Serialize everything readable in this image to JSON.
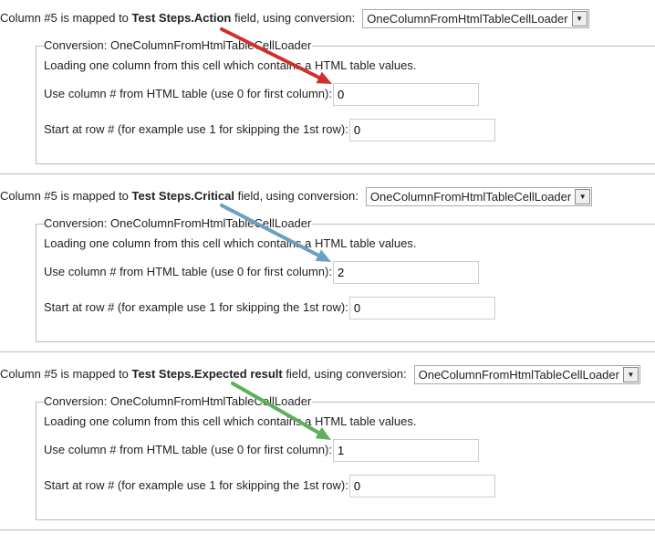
{
  "sections": [
    {
      "prefix": "Column #5 is mapped to ",
      "field": "Test Steps.Action",
      "suffix": " field, using conversion:",
      "conversion": "OneColumnFromHtmlTableCellLoader",
      "legend": "Conversion: OneColumnFromHtmlTableCellLoader",
      "description": "Loading one column from this cell which contains a HTML table values.",
      "column_label": "Use column # from HTML table (use 0 for first column):",
      "column_value": "0",
      "row_label": "Start at row # (for example use 1 for skipping the 1st row):",
      "row_value": "0",
      "arrow_color": "#d0302c"
    },
    {
      "prefix": "Column #5 is mapped to ",
      "field": "Test Steps.Critical",
      "suffix": " field, using conversion:",
      "conversion": "OneColumnFromHtmlTableCellLoader",
      "legend": "Conversion: OneColumnFromHtmlTableCellLoader",
      "description": "Loading one column from this cell which contains a HTML table values.",
      "column_label": "Use column # from HTML table (use 0 for first column):",
      "column_value": "2",
      "row_label": "Start at row # (for example use 1 for skipping the 1st row):",
      "row_value": "0",
      "arrow_color": "#6d9fc0"
    },
    {
      "prefix": "Column #5 is mapped to ",
      "field": "Test Steps.Expected result",
      "suffix": " field, using conversion:",
      "conversion": "OneColumnFromHtmlTableCellLoader",
      "legend": "Conversion: OneColumnFromHtmlTableCellLoader",
      "description": "Loading one column from this cell which contains a HTML table values.",
      "column_label": "Use column # from HTML table (use 0 for first column):",
      "column_value": "1",
      "row_label": "Start at row # (for example use 1 for skipping the 1st row):",
      "row_value": "0",
      "arrow_color": "#5fae5c"
    }
  ]
}
